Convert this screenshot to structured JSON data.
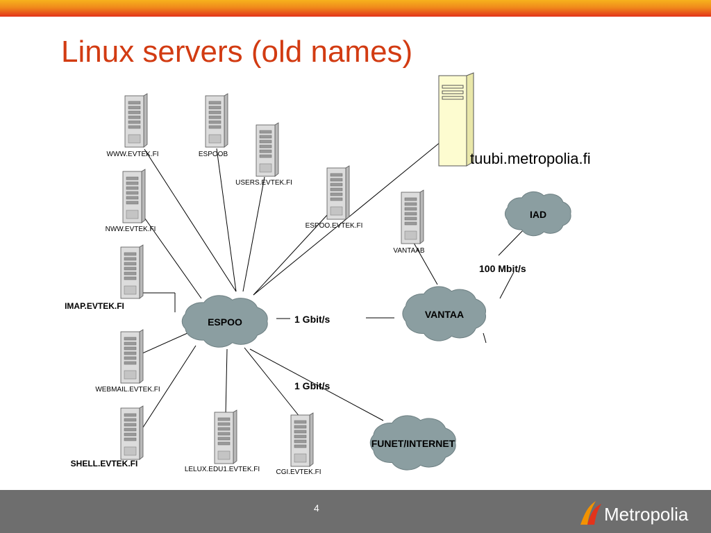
{
  "slide": {
    "title": "Linux servers (old names)",
    "page_number": "4",
    "logo_text": "Metropolia"
  },
  "colors": {
    "title": "#d23b12",
    "cloud": "#8b9ea1",
    "server_main": "#fdfcd0",
    "footer": "#6e6e6e"
  },
  "servers": [
    {
      "id": "www",
      "label": "WWW.EVTEK.FI",
      "bold": false
    },
    {
      "id": "espoob",
      "label": "ESPOOB",
      "bold": false
    },
    {
      "id": "users",
      "label": "USERS.EVTEK.FI",
      "bold": false
    },
    {
      "id": "espoo-evtek",
      "label": "ESPOO.EVTEK.FI",
      "bold": false
    },
    {
      "id": "nww",
      "label": "NWW.EVTEK.FI",
      "bold": false
    },
    {
      "id": "imap",
      "label": "IMAP.EVTEK.FI",
      "bold": true
    },
    {
      "id": "webmail",
      "label": "WEBMAIL.EVTEK.FI",
      "bold": false
    },
    {
      "id": "shell",
      "label": "SHELL.EVTEK.FI",
      "bold": true
    },
    {
      "id": "lelux",
      "label": "LELUX.EDU1.EVTEK.FI",
      "bold": false
    },
    {
      "id": "cgi",
      "label": "CGI.EVTEK.FI",
      "bold": false
    },
    {
      "id": "vantaab",
      "label": "VANTAAB",
      "bold": false
    },
    {
      "id": "tuubi",
      "label": "tuubi.metropolia.fi",
      "bold": false
    }
  ],
  "clouds": [
    {
      "id": "espoo",
      "label": "ESPOO"
    },
    {
      "id": "vantaa",
      "label": "VANTAA"
    },
    {
      "id": "iad",
      "label": "IAD"
    },
    {
      "id": "funet",
      "label": "FUNET/INTERNET"
    }
  ],
  "links": [
    {
      "id": "espoo-vantaa",
      "label": "1 Gbit/s"
    },
    {
      "id": "espoo-funet",
      "label": "1 Gbit/s"
    },
    {
      "id": "vantaa-iad",
      "label": "100 Mbit/s"
    }
  ]
}
